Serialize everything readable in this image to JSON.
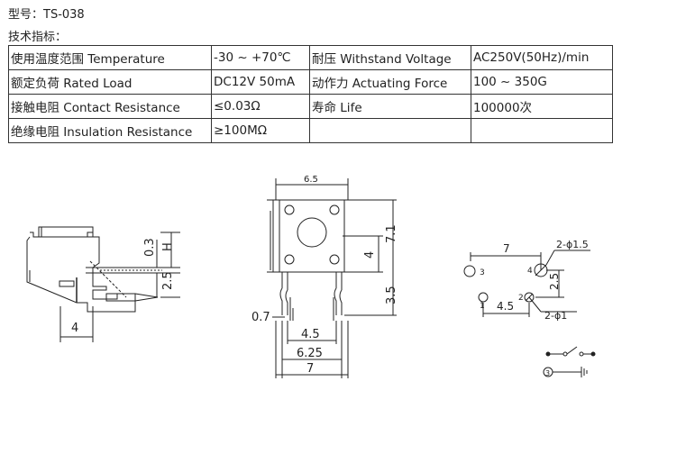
{
  "model_label": "型号：TS-038",
  "spec_title": "技术指标：",
  "specs": [
    [
      "使用温度范围 Temperature",
      "-30 ~ +70℃",
      "耐压 Withstand Voltage",
      "AC250V(50Hz)/min"
    ],
    [
      "额定负荷 Rated Load",
      "DC12V 50mA",
      "动作力 Actuating Force",
      "100 ~ 350G"
    ],
    [
      "接触电阻 Contact Resistance",
      "≤0.03Ω",
      "寿命 Life",
      "100000次"
    ],
    [
      "绝缘电阻 Insulation Resistance",
      "≥100MΩ",
      "",
      ""
    ]
  ],
  "side_view": {
    "dim_h": "H",
    "dim_03": "0.3",
    "dim_25": "2.5",
    "dim_4": "4"
  },
  "front_view": {
    "dim_65": "6.5",
    "dim_71": "7.1",
    "dim_4": "4",
    "dim_35": "3.5",
    "dim_07": "0.7",
    "dim_45": "4.5",
    "dim_625": "6.25",
    "dim_7": "7"
  },
  "pcb_view": {
    "dim_7": "7",
    "hole_15": "2-ϕ1.5",
    "dim_25": "2.5",
    "dim_45": "4.5",
    "hole_1": "2-ϕ1",
    "pin_1": "1",
    "pin_2": "2",
    "pin_3": "3",
    "pin_4": "4"
  },
  "schematic": {
    "ground_label": "3"
  }
}
